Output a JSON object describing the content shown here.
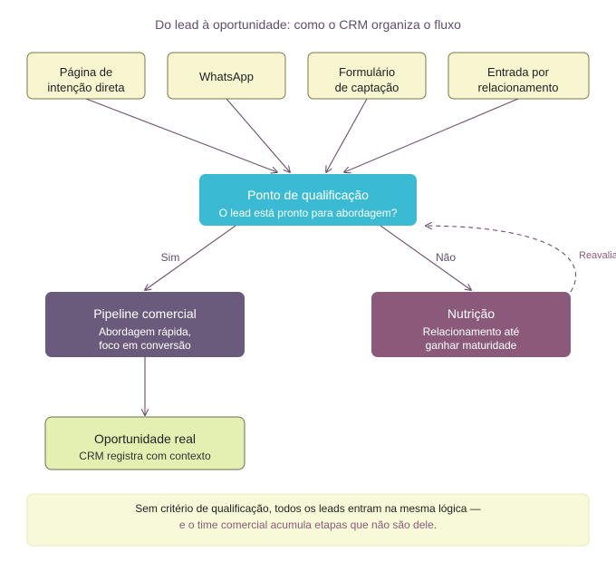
{
  "title": "Do lead à oportunidade: como o CRM organiza o fluxo",
  "sources": [
    {
      "line1": "Página de",
      "line2": "intenção direta"
    },
    {
      "line1": "WhatsApp",
      "line2": ""
    },
    {
      "line1": "Formulário",
      "line2": "de captação"
    },
    {
      "line1": "Entrada por",
      "line2": "relacionamento"
    }
  ],
  "qualification": {
    "title": "Ponto de qualificação",
    "subtitle": "O lead está pronto para abordagem?"
  },
  "edges": {
    "yes": "Sim",
    "no": "Não",
    "reassess": "Reavalia"
  },
  "pipeline": {
    "title": "Pipeline comercial",
    "line1": "Abordagem rápida,",
    "line2": "foco em conversão"
  },
  "nurture": {
    "title": "Nutrição",
    "line1": "Relacionamento até",
    "line2": "ganhar maturidade"
  },
  "opportunity": {
    "title": "Oportunidade real",
    "subtitle": "CRM registra com contexto"
  },
  "note": {
    "line1": "Sem critério de qualificação, todos os leads entram na mesma lógica —",
    "line2": "e o time comercial acumula etapas que não são dele."
  },
  "colors": {
    "source_fill": "#f7f6d0",
    "qualification_fill": "#3bbbd3",
    "pipeline_fill": "#6a5a7c",
    "nurture_fill": "#8b5a7a",
    "opportunity_fill": "#e3f0b2",
    "note_fill": "#f8f9d8",
    "arrow": "#6e4f6a",
    "title_text": "#5f4f6e"
  }
}
